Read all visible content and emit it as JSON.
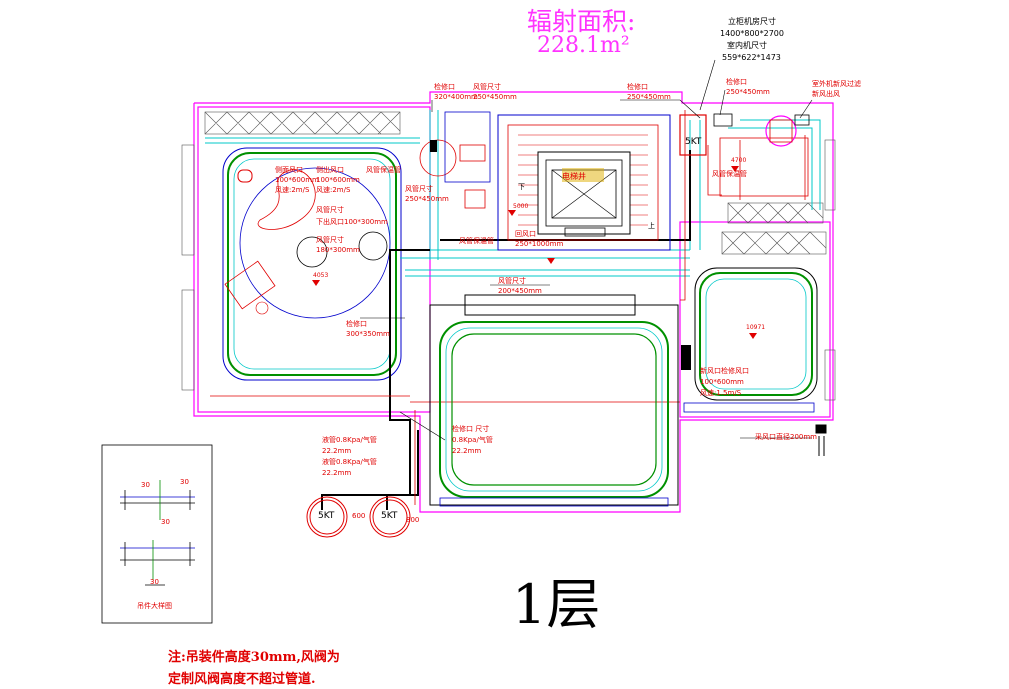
{
  "header": {
    "area_label": "辐射面积:",
    "area_value": "228.1m²",
    "unit_specs": [
      "立柜机房尺寸",
      "1400*800*2700",
      "室内机尺寸",
      "559*622*1473"
    ]
  },
  "labels": {
    "top_a": "检修口",
    "top_a2": "320*400mm",
    "top_b": "风管尺寸",
    "top_b2": "250*450mm",
    "top_c": "检修口",
    "top_c2": "250*450mm",
    "top_d": "检修口",
    "top_d2": "250*450mm",
    "top_e": "室外机新风过滤",
    "top_e2": "新风出风",
    "room1_a": "侧面风口",
    "room1_a2": "100*600mm",
    "room1_a3": "风速:2m/S",
    "room1_b": "侧出风口",
    "room1_b2": "100*600mm",
    "room1_b3": "风速:2m/S",
    "room1_c": "风管保温管",
    "room1_d": "风管尺寸",
    "room1_d2": "下出风口100*300mm",
    "room1_e": "风管尺寸",
    "room1_e2": "180*300mm",
    "room1_f": "检修口",
    "room1_f2": "300*350mm",
    "room1_tag": "4053",
    "mid_a": "风管尺寸",
    "mid_a2": "250*450mm",
    "mid_b": "回风口",
    "mid_b2": "250*1000mm",
    "mid_c": "风管保温管",
    "mid_d": "风管尺寸",
    "mid_d2": "200*450mm",
    "mid_tag": "5000",
    "elevator": "电梯井",
    "stair_down": "下",
    "stair_up": "上",
    "right_tag": "4700",
    "right_a": "风管保温管",
    "room3_tag": "10971",
    "room3_a": "新风口检修风口",
    "room3_a2": "100*600mm",
    "room3_a3": "风速:1.5m/S",
    "vent_note": "采风口直径200mm",
    "pipe_a": "检修口 尺寸",
    "pipe_a2": "0.8Kpa/气管",
    "pipe_a3": "22.2mm",
    "pipe_b": "液管0.8Kpa/气管",
    "pipe_b2": "22.2mm",
    "pipe_c": "液管0.8Kpa/气管",
    "pipe_c2": "22.2mm",
    "unit_label": "5KT",
    "unit_a_dim": "600",
    "unit_b_dim": "800",
    "dim_30": "30",
    "detail_caption": "吊件大样图"
  },
  "floor_title": "1层",
  "note_line1": "注:吊装件高度30mm,风阀为",
  "note_line2": "定制风阀高度不超过管道.",
  "colors": {
    "wall": "#ff00ff",
    "duct": "#00c8c8",
    "red": "#e00000",
    "green": "#009000",
    "blue": "#0000cc"
  }
}
